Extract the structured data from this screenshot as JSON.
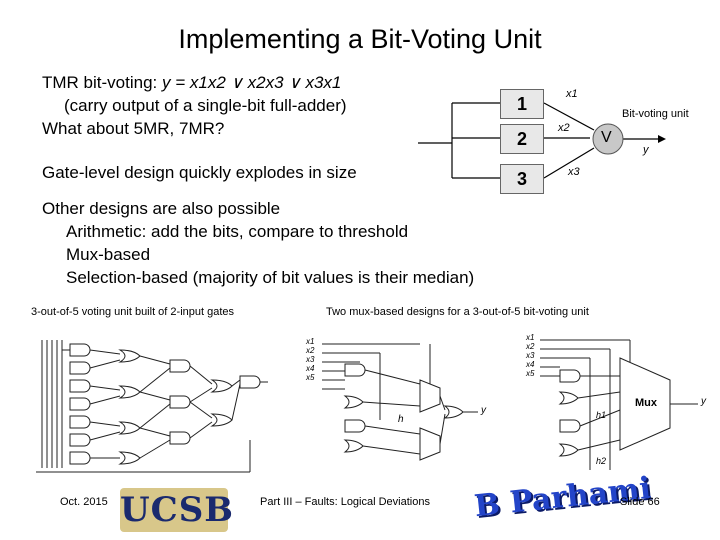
{
  "title": "Implementing a Bit-Voting Unit",
  "intro": {
    "line1_prefix": "TMR bit-voting: ",
    "formula": "y = x1x2 ∨ x2x3 ∨ x3x1",
    "line2": "(carry output of a single-bit full-adder)",
    "line3": "What about 5MR, 7MR?",
    "line4": "Gate-level design quickly explodes in size"
  },
  "others": {
    "heading": "Other designs are also possible",
    "items": [
      "Arithmetic: add the bits, compare to threshold",
      "Mux-based",
      "Selection-based (majority of bit values is their median)"
    ]
  },
  "tmr_diagram": {
    "modules": [
      "1",
      "2",
      "3"
    ],
    "inputs": [
      "x1",
      "x2",
      "x3"
    ],
    "voter_symbol": "V",
    "voter_label": "Bit-voting unit",
    "output": "y"
  },
  "captions": {
    "left": "3-out-of-5 voting unit built of 2-input gates",
    "right": "Two mux-based designs for a 3-out-of-5 bit-voting unit"
  },
  "mux_labels": {
    "inputs": [
      "x1",
      "x2",
      "x3",
      "x4",
      "x5"
    ],
    "h": "h",
    "h1": "h1",
    "h2": "h2",
    "mux": "Mux",
    "y": "y"
  },
  "footer": {
    "date": "Oct. 2015",
    "course": "Part III – Faults: Logical Deviations",
    "slide": "Slide 66"
  },
  "logos": {
    "ucsb": "UCSB",
    "author": "B Parhami"
  }
}
